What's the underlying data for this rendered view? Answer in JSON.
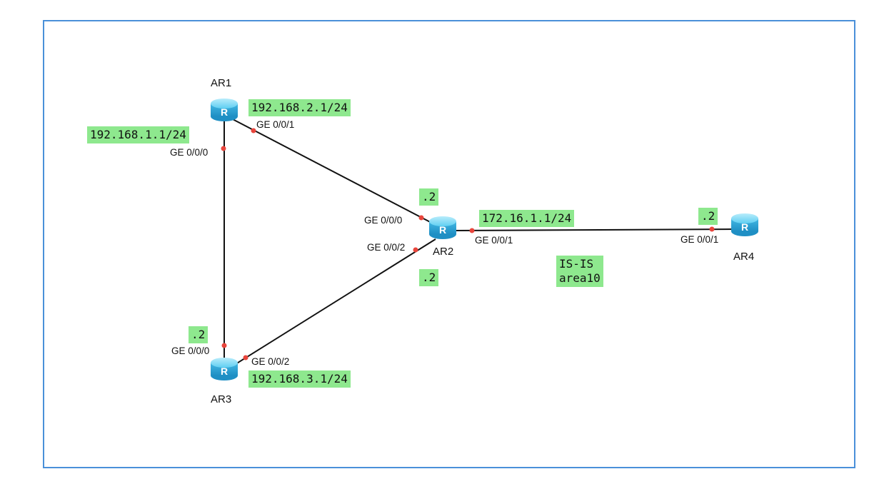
{
  "routers": [
    {
      "id": "ar1",
      "name": "AR1"
    },
    {
      "id": "ar2",
      "name": "AR2"
    },
    {
      "id": "ar3",
      "name": "AR3"
    },
    {
      "id": "ar4",
      "name": "AR4"
    }
  ],
  "interfaces": {
    "ar1_g0": "GE 0/0/0",
    "ar1_g1": "GE 0/0/1",
    "ar2_g0": "GE 0/0/0",
    "ar2_g1": "GE 0/0/1",
    "ar2_g2": "GE 0/0/2",
    "ar3_g0": "GE 0/0/0",
    "ar3_g2": "GE 0/0/2",
    "ar4_g1": "GE 0/0/1"
  },
  "addresses": {
    "net_ar1_ar3": "192.168.1.1/24",
    "net_ar1_ar2": "192.168.2.1/24",
    "net_ar2_ar3": "192.168.3.1/24",
    "net_ar2_ar4": "172.16.1.1/24",
    "ar2_link_ar1": ".2",
    "ar2_link_ar3": ".2",
    "ar3_link_ar1": ".2",
    "ar4_link_ar2": ".2"
  },
  "area": {
    "line1": "IS-IS",
    "line2": "area10"
  },
  "colors": {
    "frame": "#4a90d9",
    "label_bg": "#8ee88e",
    "port_dot": "#e8453c",
    "router_body": "#4fc3ef"
  },
  "icons": {
    "router": "router-icon"
  }
}
